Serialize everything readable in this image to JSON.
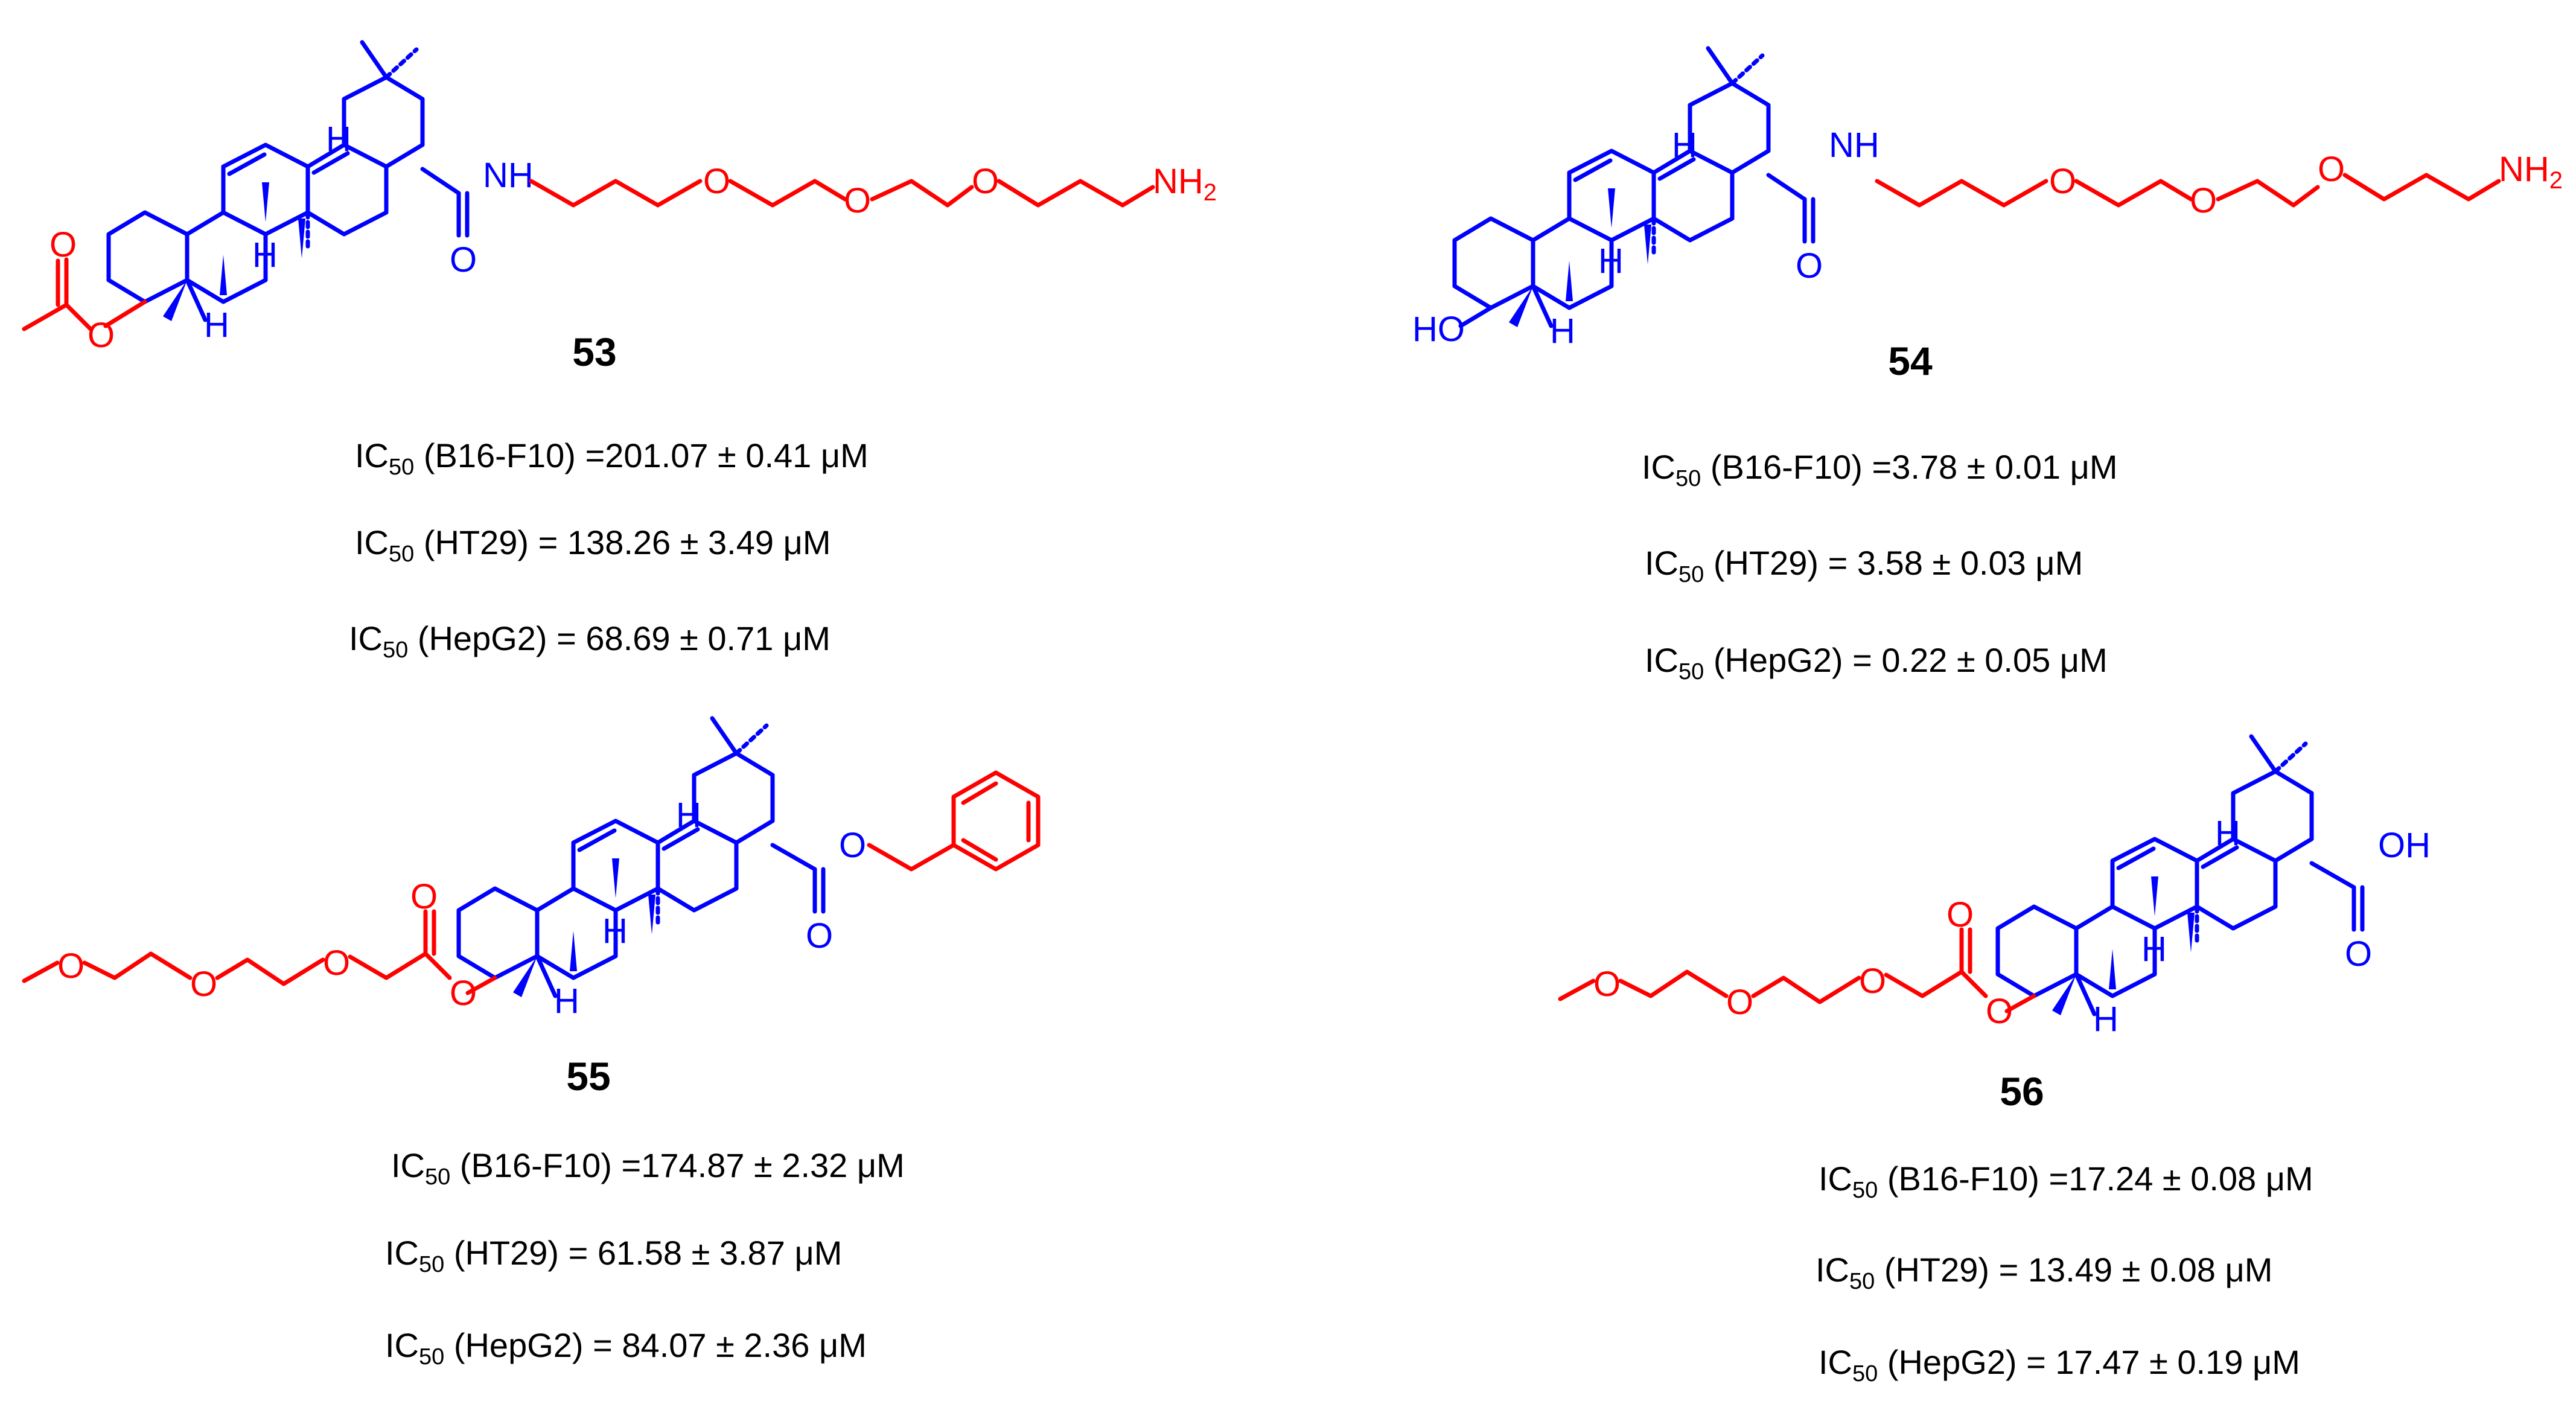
{
  "colors": {
    "scaffold": "#0000ff",
    "modification": "#ff0000",
    "text": "#000000"
  },
  "atoms": {
    "H": "H",
    "N": "N",
    "O": "O",
    "NH": "NH",
    "HO": "HO",
    "OH": "OH",
    "NH2_main": "NH",
    "NH2_sub": "2"
  },
  "ic_prefix": "IC",
  "ic_subscript": "50",
  "compounds": [
    {
      "id": "53",
      "activities": [
        {
          "cell_line": "(B16-F10)",
          "value": "=201.07 ± 0.41 μM"
        },
        {
          "cell_line": "(HT29)",
          "value": "= 138.26 ± 3.49 μM"
        },
        {
          "cell_line": "(HepG2)",
          "value": "= 68.69 ± 0.71 μM"
        }
      ]
    },
    {
      "id": "54",
      "activities": [
        {
          "cell_line": "(B16-F10)",
          "value": "=3.78 ± 0.01 μM"
        },
        {
          "cell_line": "(HT29)",
          "value": "= 3.58 ± 0.03 μM"
        },
        {
          "cell_line": "(HepG2)",
          "value": "= 0.22 ± 0.05 μM"
        }
      ]
    },
    {
      "id": "55",
      "activities": [
        {
          "cell_line": "(B16-F10)",
          "value": "=174.87 ± 2.32 μM"
        },
        {
          "cell_line": "(HT29)",
          "value": "= 61.58 ± 3.87 μM"
        },
        {
          "cell_line": "(HepG2)",
          "value": "= 84.07 ± 2.36 μM"
        }
      ]
    },
    {
      "id": "56",
      "activities": [
        {
          "cell_line": "(B16-F10)",
          "value": "=17.24 ± 0.08 μM"
        },
        {
          "cell_line": "(HT29)",
          "value": "= 13.49 ± 0.08 μM"
        },
        {
          "cell_line": "(HepG2)",
          "value": "= 17.47 ± 0.19 μM"
        }
      ]
    }
  ]
}
